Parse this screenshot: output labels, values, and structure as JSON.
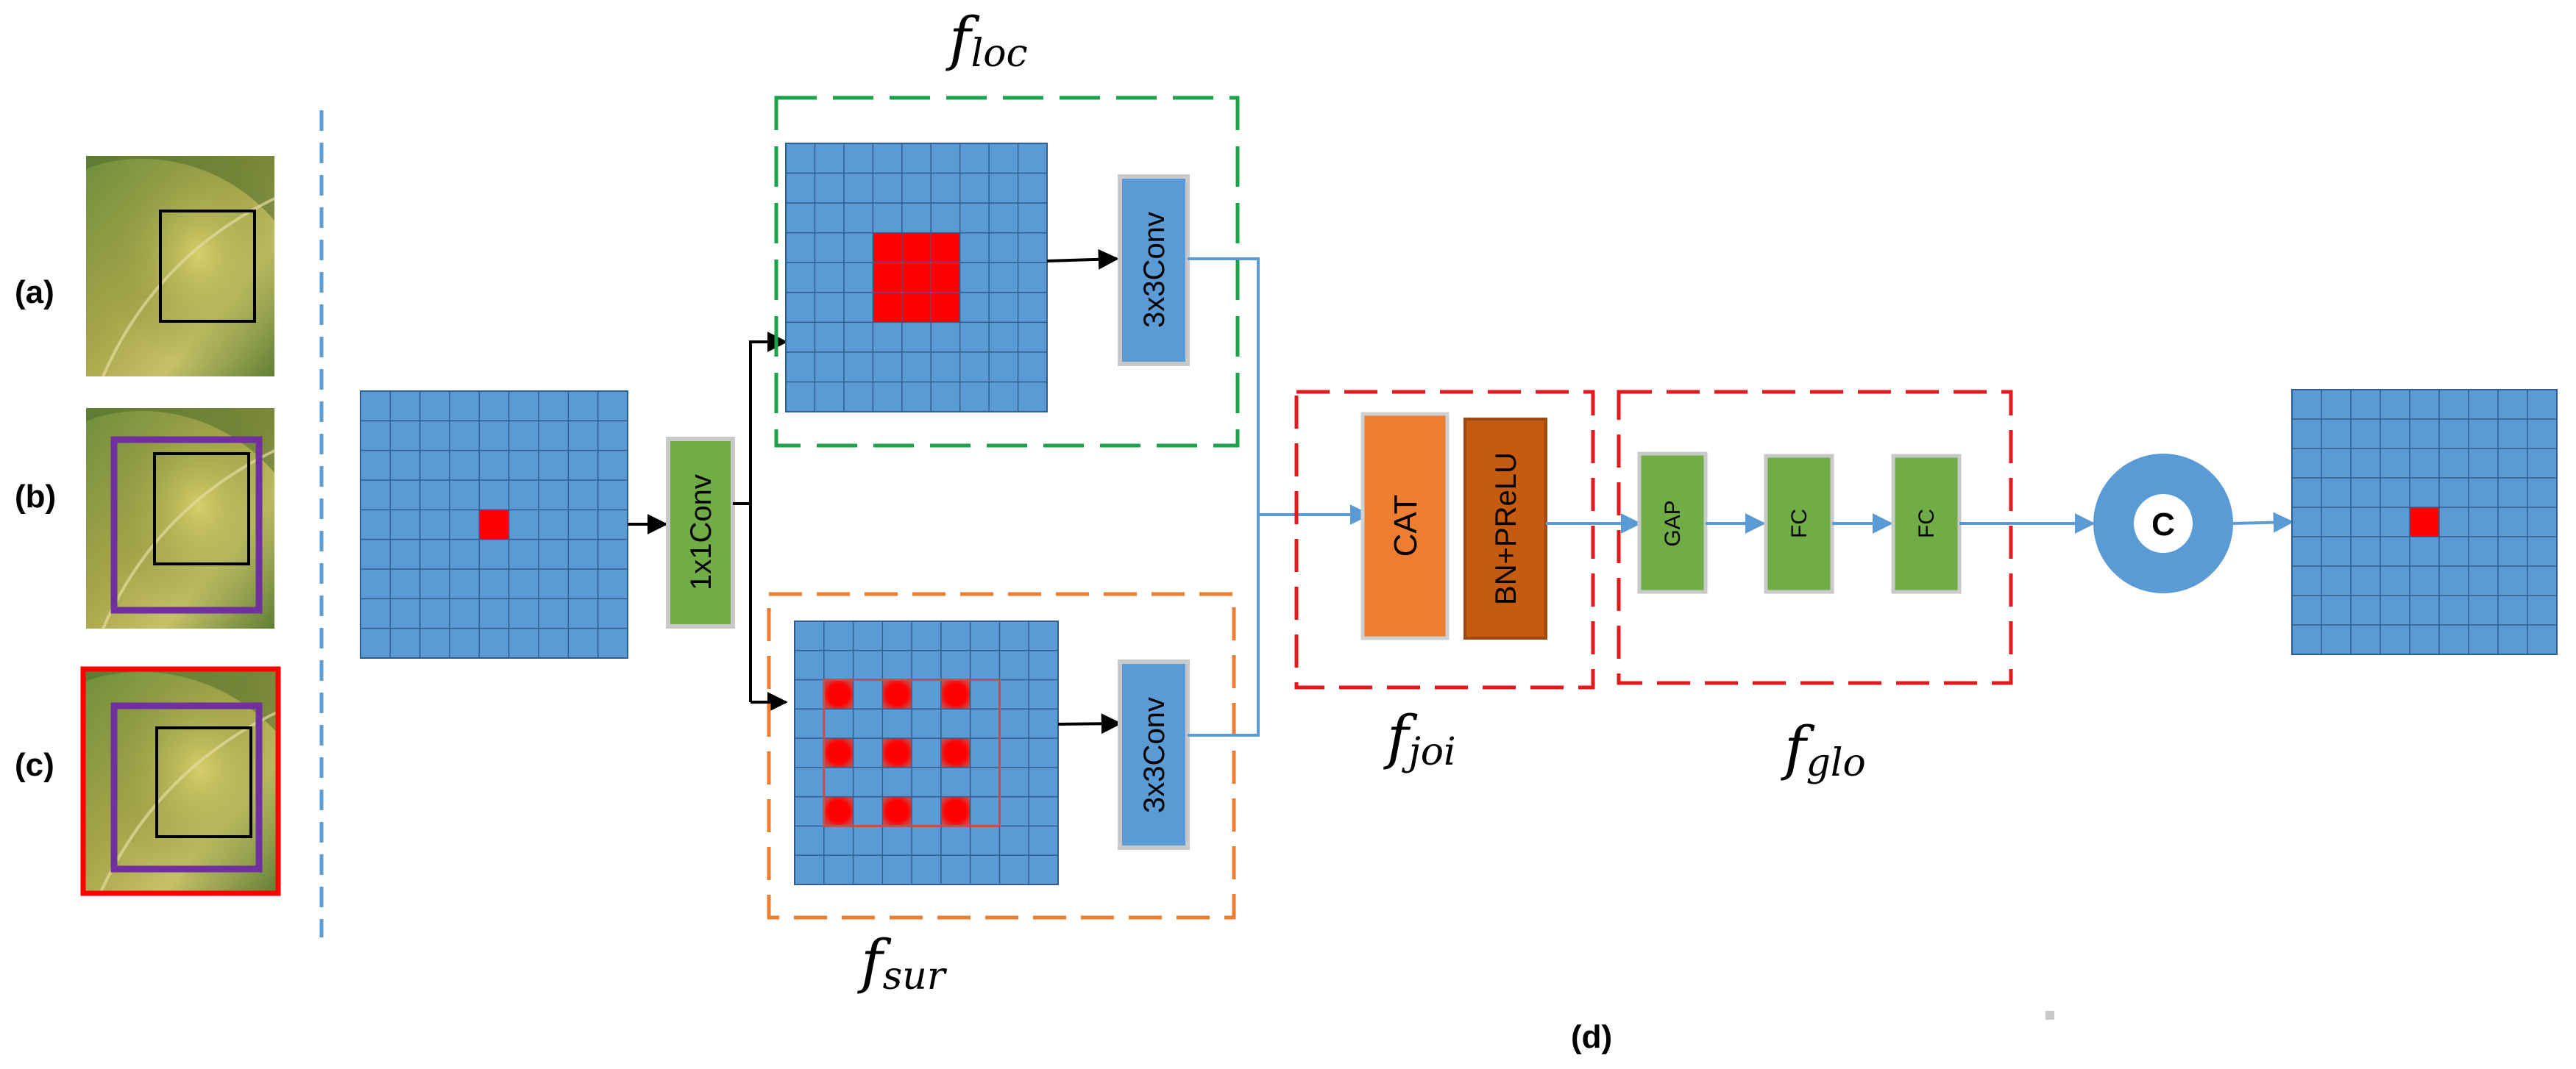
{
  "panels": {
    "a": "(a)",
    "b": "(b)",
    "c": "(c)",
    "d": "(d)"
  },
  "modules": {
    "conv1x1": "1x1Conv",
    "conv3x3_loc": "3x3Conv",
    "conv3x3_sur": "3x3Conv",
    "cat": "CAT",
    "bn_prelu": "BN+PReLU",
    "gap": "GAP",
    "fc1": "FC",
    "fc2": "FC",
    "concat_symbol": "C"
  },
  "groups": {
    "loc": {
      "main": "f",
      "sub": "loc"
    },
    "sur": {
      "main": "f",
      "sub": "sur"
    },
    "joi": {
      "main": "f",
      "sub": "joi"
    },
    "glo": {
      "main": "f",
      "sub": "glo"
    }
  },
  "colors": {
    "grid_blue": "#5b9bd5",
    "grid_line": "#2f5f8f",
    "feature_red": "#ff0000",
    "conv_green": "#70ad47",
    "cat_orange": "#ed7d31",
    "bn_orange": "#c55a11",
    "box_green": "#1aa34a",
    "box_orange": "#ed7d31",
    "box_red": "#e31a1c",
    "arrow_blue": "#5b9bd5",
    "divider_blue": "#5b9bd5",
    "frame_purple": "#7030a0"
  }
}
